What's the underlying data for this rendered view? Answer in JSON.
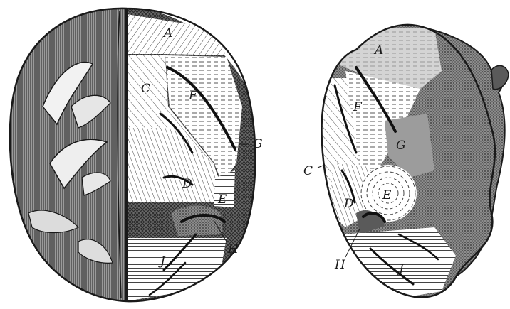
{
  "colors": {
    "ink": "#1a1a1a",
    "paper": "#ffffff",
    "shade_dark": "#3a3a3a",
    "shade_mid": "#8a8a8a",
    "shade_light": "#c8c8c8"
  },
  "figure_left": {
    "labels": {
      "A": "A",
      "C": "C",
      "F": "F",
      "G": "G",
      "D": "D",
      "E": "E",
      "H": "H",
      "J": "J"
    }
  },
  "figure_right": {
    "labels": {
      "A": "A",
      "F": "F",
      "G": "G",
      "C": "C",
      "D": "D",
      "E": "E",
      "H": "H",
      "J": "J"
    }
  }
}
